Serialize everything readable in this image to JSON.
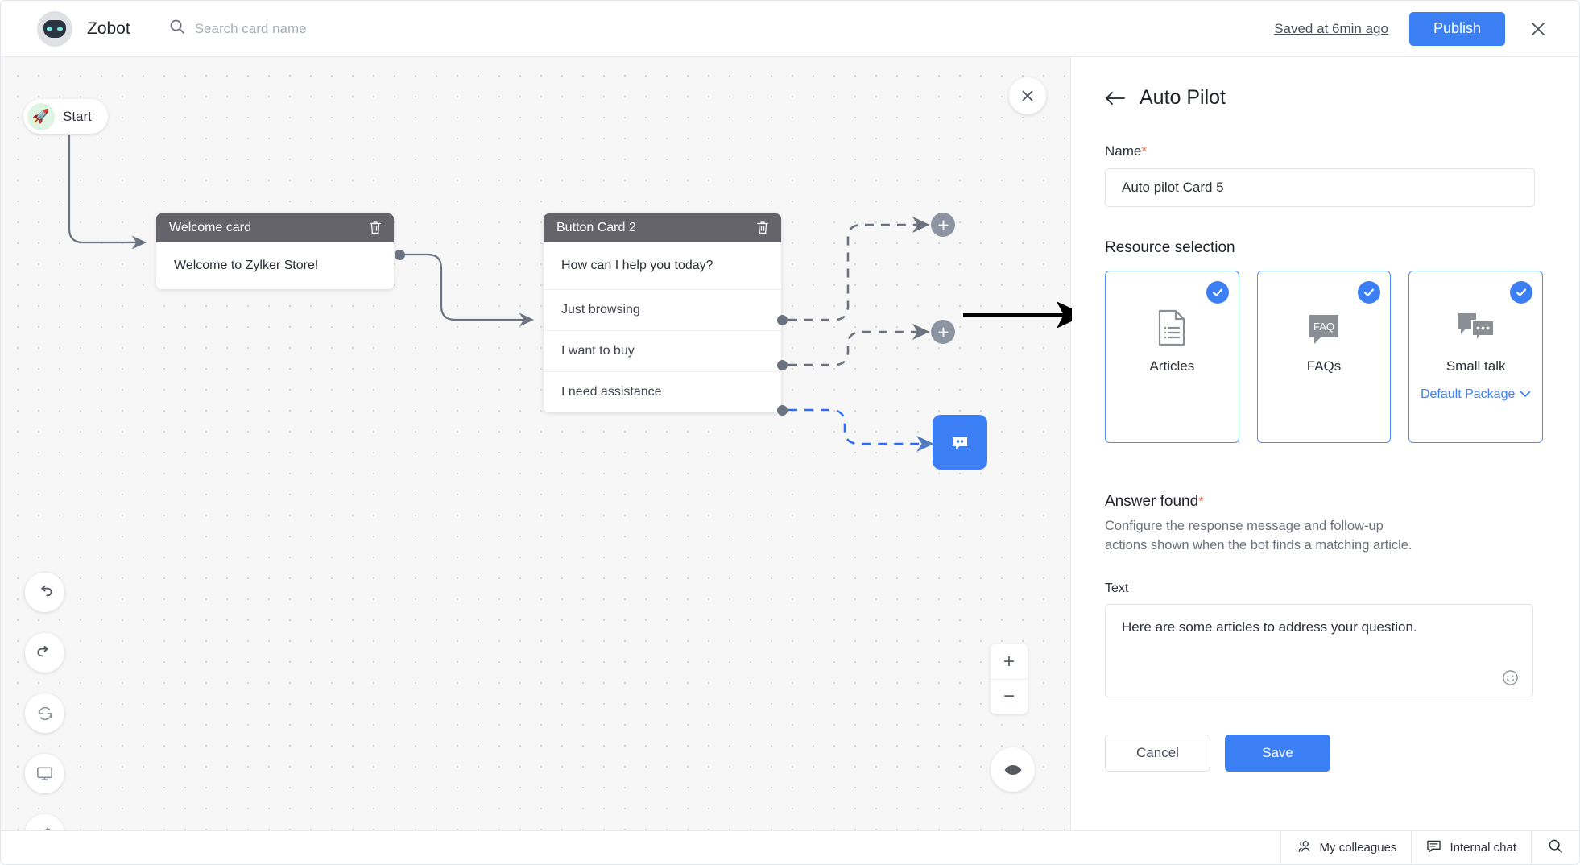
{
  "topbar": {
    "bot_name": "Zobot",
    "search_placeholder": "Search card name",
    "search_value": "",
    "search_icon": "search-icon",
    "saved_text": "Saved at 6min ago",
    "publish_label": "Publish",
    "close_icon": "close-icon"
  },
  "canvas": {
    "close_icon": "close-icon",
    "start": {
      "label": "Start",
      "icon": "rocket-icon"
    },
    "cards": [
      {
        "id": "card-welcome",
        "title": "Welcome card",
        "delete_icon": "trash-icon",
        "body": "Welcome to Zylker Store!",
        "buttons": []
      },
      {
        "id": "card-button2",
        "title": "Button Card 2",
        "delete_icon": "trash-icon",
        "body": "How can I help you today?",
        "buttons": [
          "Just browsing",
          "I want to buy",
          "I need assistance"
        ]
      }
    ],
    "add_nodes": [
      {
        "name": "add-node-1",
        "icon": "plus-icon"
      },
      {
        "name": "add-node-2",
        "icon": "plus-icon"
      }
    ],
    "autopilot_node": {
      "name": "autopilot-card-node",
      "icon": "bot-icon",
      "color": "#3c7ff5"
    },
    "tools": [
      {
        "name": "undo-button",
        "icon": "undo-icon"
      },
      {
        "name": "redo-button",
        "icon": "redo-icon"
      },
      {
        "name": "reset-button",
        "icon": "refresh-icon"
      },
      {
        "name": "preview-button",
        "icon": "monitor-icon"
      },
      {
        "name": "auto-arrange-button",
        "icon": "magic-wand-icon"
      }
    ],
    "zoom_in": "+",
    "zoom_out": "−",
    "eye_icon": "eye-icon"
  },
  "panel": {
    "back_icon": "arrow-left-icon",
    "title": "Auto Pilot",
    "name_label": "Name",
    "name_required": "*",
    "name_value": "Auto pilot Card 5",
    "resource_section_title": "Resource selection",
    "resources": [
      {
        "label": "Articles",
        "icon": "document-list-icon",
        "selected": true,
        "check_icon": "check-icon"
      },
      {
        "label": "FAQs",
        "icon": "faq-bubble-icon",
        "selected": true,
        "check_icon": "check-icon"
      },
      {
        "label": "Small talk",
        "icon": "chat-bubbles-icon",
        "selected": true,
        "check_icon": "check-icon",
        "sub_label": "Default Package",
        "sub_icon": "chevron-down-icon"
      }
    ],
    "answer_title": "Answer found",
    "answer_required": "*",
    "answer_desc": "Configure the response message and follow-up actions shown when the bot finds a matching article.",
    "text_label": "Text",
    "text_value": "Here are some articles to address your question.",
    "emoji_icon": "emoji-icon",
    "cancel_label": "Cancel",
    "save_label": "Save"
  },
  "bottombar": {
    "colleagues_label": "My colleagues",
    "colleagues_icon": "people-icon",
    "internal_chat_label": "Internal chat",
    "internal_chat_icon": "chat-icon",
    "search_icon": "search-icon"
  },
  "colors": {
    "accent": "#3c7ff5",
    "card_header": "#64646a",
    "required": "#f26b4d",
    "node": "#8d95a3"
  }
}
